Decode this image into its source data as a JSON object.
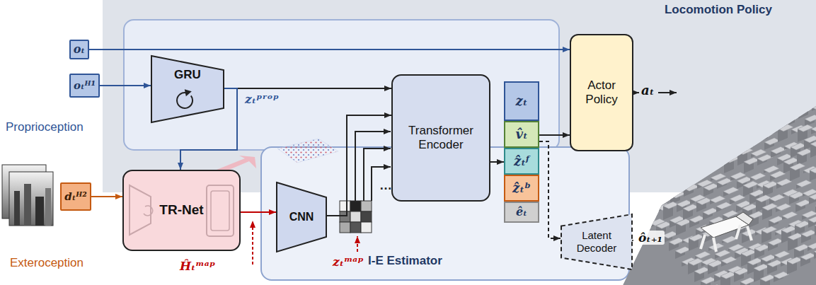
{
  "diagram": {
    "nodes": [
      {
        "text": [
          "Locomotion Policy"
        ]
      },
      {
        "text": [
          "oₜ"
        ]
      },
      {
        "text": [
          "oₜᴴ¹"
        ]
      },
      {
        "text": [
          "GRU"
        ],
        "in": 0
      },
      {
        "text": [
          "Transformer Encoder"
        ],
        "in": 0
      },
      {
        "text": [
          "zₜ"
        ],
        "in": 0
      },
      {
        "text": [
          "v̂ₜ"
        ],
        "in": 0
      },
      {
        "text": [
          "ẑₜᶠ"
        ],
        "in": 0
      },
      {
        "text": [
          "ẑₜᵇ"
        ],
        "in": 0
      },
      {
        "text": [
          "êₜ"
        ],
        "in": 0
      },
      {
        "text": [
          "Actor Policy"
        ],
        "in": 0
      },
      {
        "text": [
          "I-E Estimator"
        ]
      },
      {
        "text": [
          "dₜᴴ²"
        ]
      },
      {
        "text": [
          "TR-Net"
        ]
      },
      {
        "text": [
          "CNN"
        ],
        "in": 11
      },
      {
        "text": [
          "Latent Decoder"
        ],
        "in": 11
      }
    ],
    "edges": [
      {
        "from": 1,
        "to": 10,
        "arrow": "to"
      },
      {
        "from": 2,
        "to": 3,
        "arrow": "to"
      },
      {
        "from": 3,
        "to": 4,
        "label": "zₜᵖʳᵒᵖ",
        "arrow": "to"
      },
      {
        "from": 3,
        "to": 13,
        "arrow": "to"
      },
      {
        "from": 12,
        "to": 13,
        "arrow": "to"
      },
      {
        "from": 13,
        "to": 14,
        "arrow": "to"
      },
      {
        "from": 14,
        "to": 4,
        "arrow": "to"
      },
      {
        "from": 4,
        "to": 7,
        "arrow": "to"
      },
      {
        "from": 6,
        "to": 10,
        "arrow": "to"
      },
      {
        "from": 6,
        "to": 15,
        "arrow": "to"
      }
    ],
    "labels": [
      "Proprioception",
      "Exteroception",
      "Ĥₜᵐᵃᵖ",
      "zₜᵐᵃᵖ",
      "…",
      "aₜ",
      "ôₜ₊₁"
    ]
  }
}
